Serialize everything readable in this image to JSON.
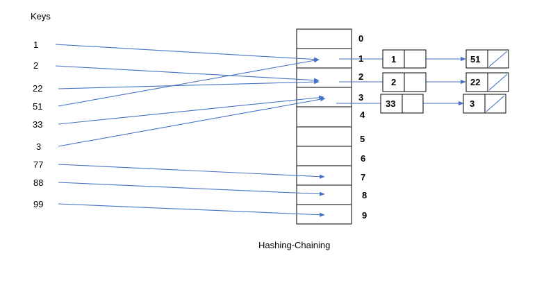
{
  "keys_label": "Keys",
  "keys": [
    "1",
    "2",
    "22",
    "51",
    "33",
    "3",
    "77",
    "88",
    "99"
  ],
  "indices": [
    "0",
    "1",
    "2",
    "3",
    "4",
    "5",
    "6",
    "7",
    "8",
    "9"
  ],
  "chains": {
    "slot1": [
      "1",
      "51"
    ],
    "slot2": [
      "2",
      "22"
    ],
    "slot3": [
      "33",
      "3"
    ]
  },
  "caption": "Hashing-Chaining",
  "colors": {
    "arrow": "#4472C4",
    "outline": "#000000"
  }
}
